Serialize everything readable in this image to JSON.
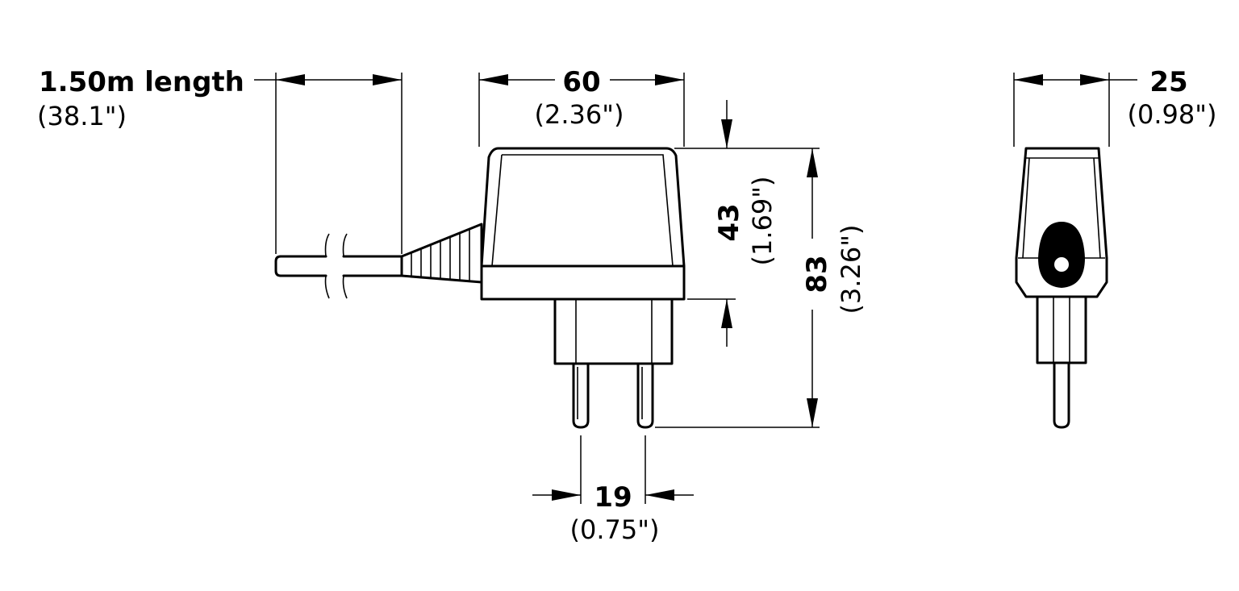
{
  "dimensions": {
    "cord_length": {
      "metric": "1.50m length",
      "imperial": "(38.1\")"
    },
    "body_width": {
      "metric": "60",
      "imperial": "(2.36\")"
    },
    "side_depth": {
      "metric": "25",
      "imperial": "(0.98\")"
    },
    "body_height": {
      "metric": "43",
      "imperial": "(1.69\")"
    },
    "total_height": {
      "metric": "83",
      "imperial": "(3.26\")"
    },
    "pin_spacing": {
      "metric": "19",
      "imperial": "(0.75\")"
    }
  },
  "colors": {
    "line": "#000000",
    "background": "#ffffff"
  }
}
